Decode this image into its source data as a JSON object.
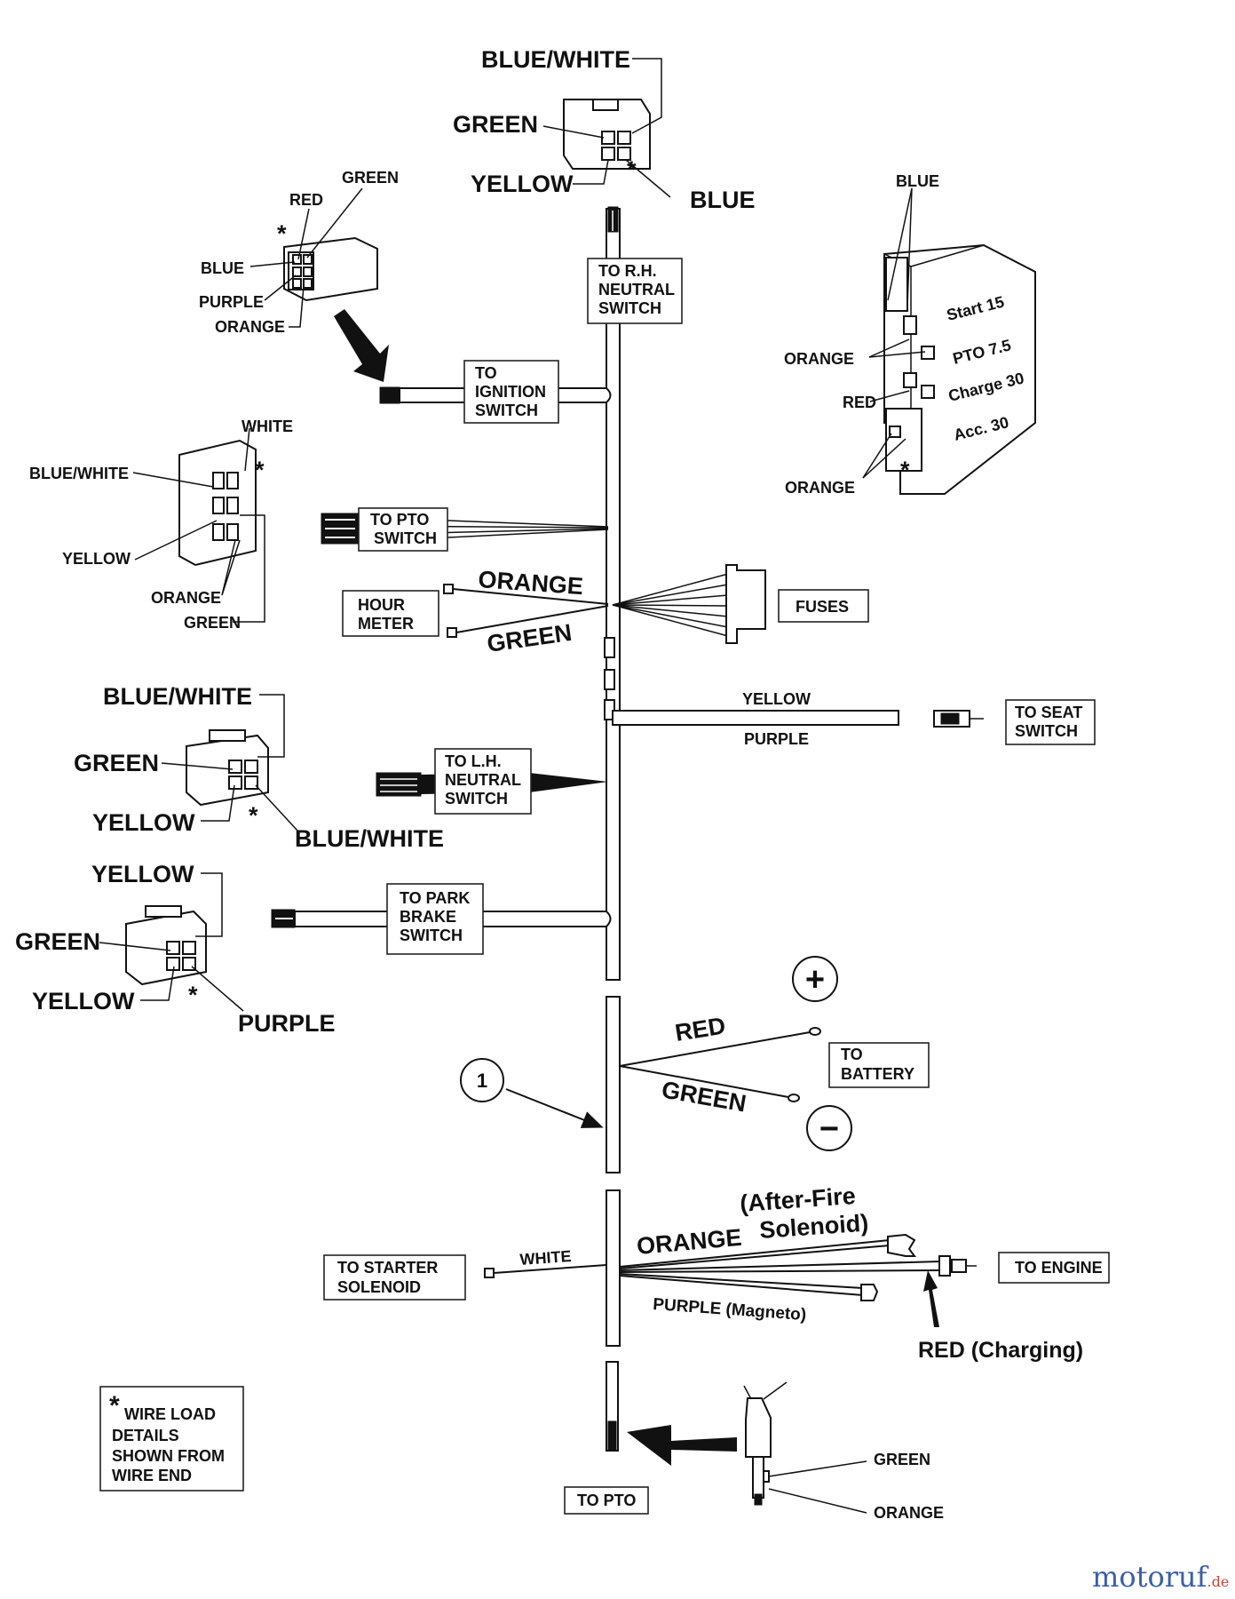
{
  "connectors": {
    "top": {
      "blue_white": "BLUE/WHITE",
      "green": "GREEN",
      "yellow": "YELLOW",
      "blue": "BLUE",
      "star": "*"
    },
    "ignition": {
      "green": "GREEN",
      "red": "RED",
      "blue": "BLUE",
      "purple": "PURPLE",
      "orange": "ORANGE",
      "star": "*"
    },
    "pto": {
      "white": "WHITE",
      "blue_white": "BLUE/WHITE",
      "yellow": "YELLOW",
      "orange": "ORANGE",
      "green": "GREEN",
      "star": "*"
    },
    "lh_neutral": {
      "blue_white_top": "BLUE/WHITE",
      "green": "GREEN",
      "yellow": "YELLOW",
      "blue_white_bottom": "BLUE/WHITE",
      "star": "*"
    },
    "park_brake": {
      "yellow_top": "YELLOW",
      "green": "GREEN",
      "yellow_bottom": "YELLOW",
      "purple": "PURPLE",
      "star": "*"
    },
    "fuse_block": {
      "blue": "BLUE",
      "orange_top": "ORANGE",
      "red": "RED",
      "orange_bottom": "ORANGE",
      "star": "*",
      "fuses": [
        "Start 15",
        "PTO 7.5",
        "Charge 30",
        "Acc. 30"
      ]
    }
  },
  "harness_labels": {
    "rh_neutral": [
      "TO R.H.",
      "NEUTRAL",
      "SWITCH"
    ],
    "ignition": [
      "TO",
      "IGNITION",
      "SWITCH"
    ],
    "pto_switch": [
      "TO PTO",
      "SWITCH"
    ],
    "hour_meter": [
      "HOUR",
      "METER"
    ],
    "fuses": "FUSES",
    "seat_switch": [
      "TO SEAT",
      "SWITCH"
    ],
    "lh_neutral": [
      "TO L.H.",
      "NEUTRAL",
      "SWITCH"
    ],
    "park_brake": [
      "TO PARK",
      "BRAKE",
      "SWITCH"
    ],
    "battery": [
      "TO",
      "BATTERY"
    ],
    "starter": [
      "TO STARTER",
      "SOLENOID"
    ],
    "engine": "TO ENGINE",
    "pto": "TO PTO"
  },
  "wires": {
    "hour_orange": "ORANGE",
    "hour_green": "GREEN",
    "seat_yellow": "YELLOW",
    "seat_purple": "PURPLE",
    "battery_red": "RED",
    "battery_green": "GREEN",
    "starter_white": "WHITE",
    "engine_orange": "ORANGE",
    "after_fire_1": "(After-Fire",
    "after_fire_2": "Solenoid)",
    "purple_magneto": "PURPLE (Magneto)",
    "red_charging": "RED (Charging)",
    "pto_green": "GREEN",
    "pto_orange": "ORANGE"
  },
  "symbols": {
    "plus": "+",
    "minus": "−",
    "callout": "1"
  },
  "note": {
    "star": "*",
    "lines": [
      "WIRE LOAD",
      "DETAILS",
      "SHOWN FROM",
      "WIRE END"
    ]
  },
  "watermark": {
    "main": "motoruf",
    "suffix": ".de"
  },
  "colors": {
    "ink": "#111111",
    "watermark_blue": "#3a5fa8",
    "watermark_red": "#c8453c"
  }
}
